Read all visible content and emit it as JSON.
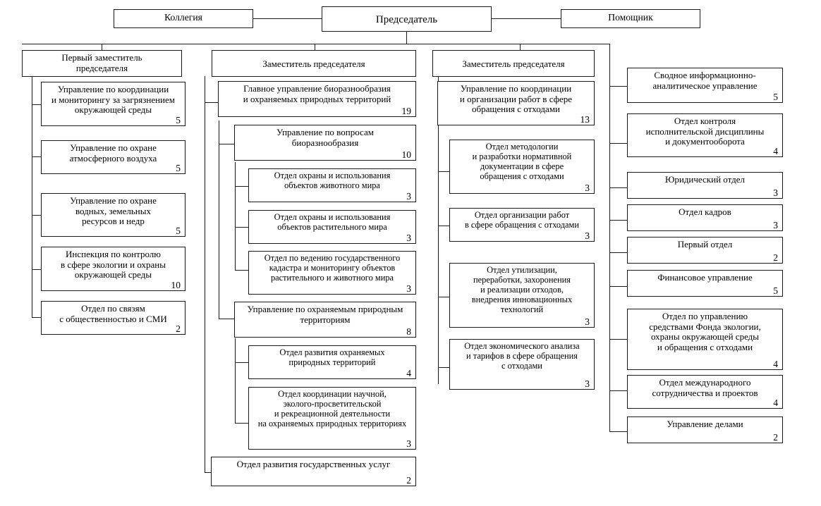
{
  "diagram": {
    "title_present": false,
    "type": "organizational-chart",
    "language": "ru",
    "colors": {
      "line": "#1a1a1a",
      "box_fill": "#ffffff",
      "text": "#000000"
    }
  },
  "top": {
    "collegium": {
      "label": "Коллегия",
      "count": ""
    },
    "chairman": {
      "label": "Председатель",
      "count": ""
    },
    "assistant": {
      "label": "Помощник",
      "count": ""
    }
  },
  "deputies": {
    "first_deputy": {
      "label": "Первый заместитель\nпредседателя",
      "count": ""
    },
    "deputy_2": {
      "label": "Заместитель председателя",
      "count": ""
    },
    "deputy_3": {
      "label": "Заместитель председателя",
      "count": ""
    }
  },
  "column_first_deputy": [
    {
      "label": "Управление по координации\nи мониторингу за загрязнением\nокружающей среды",
      "count": "5"
    },
    {
      "label": "Управление по охране\nатмосферного воздуха",
      "count": "5"
    },
    {
      "label": "Управление по охране\nводных, земельных\nресурсов и недр",
      "count": "5"
    },
    {
      "label": "Инспекция по контролю\nв сфере экологии и охраны\nокружающей среды",
      "count": "10"
    },
    {
      "label": "Отдел по связям\nс общественностью и СМИ",
      "count": "2"
    }
  ],
  "column_deputy_2": {
    "main_directorate": {
      "label": "Главное управление биоразнообразия\nи охраняемых природных территорий",
      "count": "19"
    },
    "biodiversity_dept": {
      "label": "Управление по вопросам\nбиоразнообразия",
      "count": "10"
    },
    "biodiversity_children": [
      {
        "label": "Отдел охраны и использования\nобъектов животного мира",
        "count": "3"
      },
      {
        "label": "Отдел охраны и использования\nобъектов растительного мира",
        "count": "3"
      },
      {
        "label": "Отдел по ведению государственного\nкадастра и мониторингу объектов\nрастительного и животного мира",
        "count": "3"
      }
    ],
    "protected_areas_dept": {
      "label": "Управление по охраняемым природным\nтерриториям",
      "count": "8"
    },
    "protected_areas_children": [
      {
        "label": "Отдел развития охраняемых\nприродных территорий",
        "count": "4"
      },
      {
        "label": "Отдел координации научной,\nэколого-просветительской\nи рекреационной деятельности\nна охраняемых природных территориях",
        "count": "3"
      }
    ],
    "state_services_dept": {
      "label": "Отдел развития государственных услуг",
      "count": "2"
    }
  },
  "column_deputy_3": {
    "waste_directorate": {
      "label": "Управление по координации\nи организации работ в сфере\nобращения с отходами",
      "count": "13"
    },
    "children": [
      {
        "label": "Отдел методологии\nи разработки нормативной\nдокументации в сфере\nобращения с отходами",
        "count": "3"
      },
      {
        "label": "Отдел организации работ\nв сфере обращения с отходами",
        "count": "3"
      },
      {
        "label": "Отдел утилизации,\nпереработки, захоронения\nи реализации отходов,\nвнедрения инновационных\nтехнологий",
        "count": "3"
      },
      {
        "label": "Отдел экономического анализа\nи тарифов в сфере обращения\nс отходами",
        "count": "3"
      }
    ]
  },
  "column_chairman_direct": [
    {
      "label": "Сводное информационно-\nаналитическое управление",
      "count": "5"
    },
    {
      "label": "Отдел контроля\nисполнительской дисциплины\nи документооборота",
      "count": "4"
    },
    {
      "label": "Юридический отдел",
      "count": "3"
    },
    {
      "label": "Отдел кадров",
      "count": "3"
    },
    {
      "label": "Первый отдел",
      "count": "2"
    },
    {
      "label": "Финансовое управление",
      "count": "5"
    },
    {
      "label": "Отдел по управлению\nсредствами Фонда экологии,\nохраны окружающей среды\nи обращения с отходами",
      "count": "4"
    },
    {
      "label": "Отдел международного\nсотрудничества и проектов",
      "count": "4"
    },
    {
      "label": "Управление делами",
      "count": "2"
    }
  ]
}
